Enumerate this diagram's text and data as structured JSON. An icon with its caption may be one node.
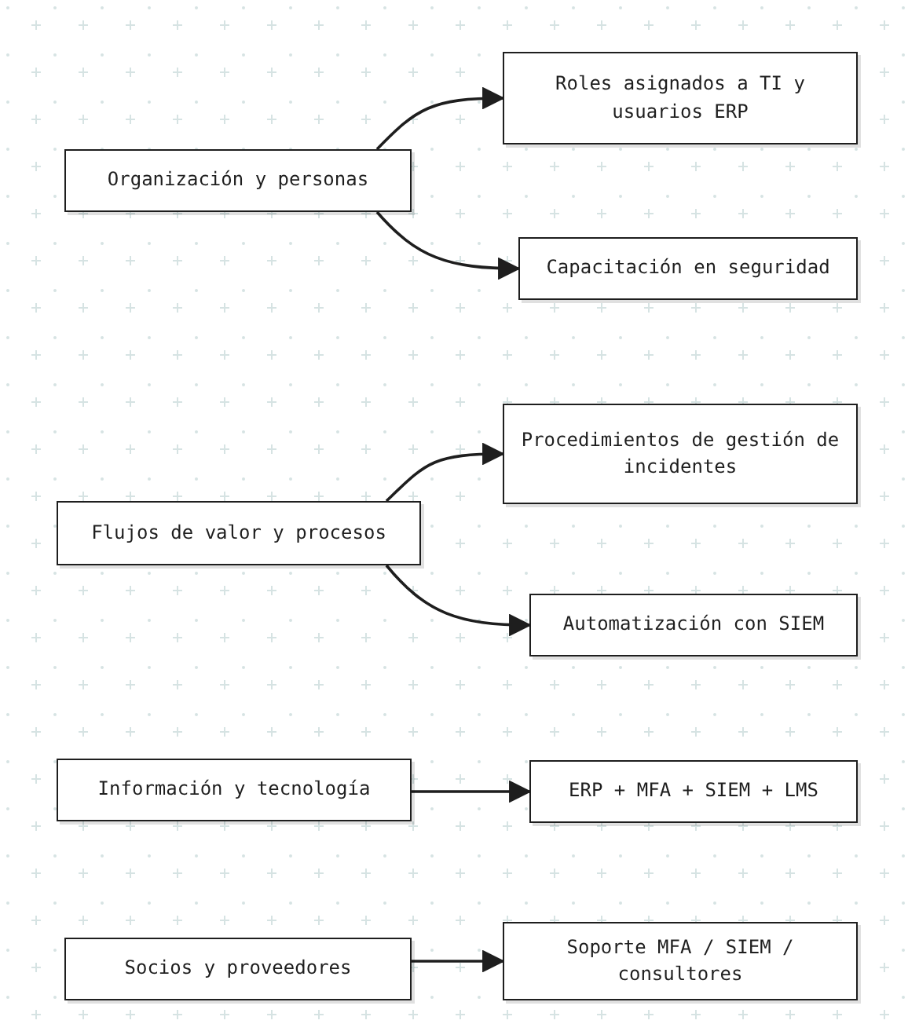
{
  "diagram": {
    "nodes": [
      {
        "text": [
          "Organización y personas"
        ]
      },
      {
        "text": [
          "Roles asignados a TI y usuarios ERP"
        ]
      },
      {
        "text": [
          "Capacitación en seguridad"
        ]
      },
      {
        "text": [
          "Flujos de valor y procesos"
        ]
      },
      {
        "text": [
          "Procedimientos de gestión de incidentes"
        ]
      },
      {
        "text": [
          "Automatización con SIEM"
        ]
      },
      {
        "text": [
          "Información y tecnología"
        ]
      },
      {
        "text": [
          "ERP + MFA + SIEM + LMS"
        ]
      },
      {
        "text": [
          "Socios y proveedores"
        ]
      },
      {
        "text": [
          "Soporte MFA / SIEM / consultores"
        ]
      }
    ],
    "edges": [
      {
        "from": 0,
        "to": 1,
        "arrow": "to"
      },
      {
        "from": 0,
        "to": 2,
        "arrow": "to"
      },
      {
        "from": 3,
        "to": 4,
        "arrow": "to"
      },
      {
        "from": 3,
        "to": 5,
        "arrow": "to"
      },
      {
        "from": 6,
        "to": 7,
        "arrow": "to"
      },
      {
        "from": 8,
        "to": 9,
        "arrow": "to"
      }
    ]
  }
}
